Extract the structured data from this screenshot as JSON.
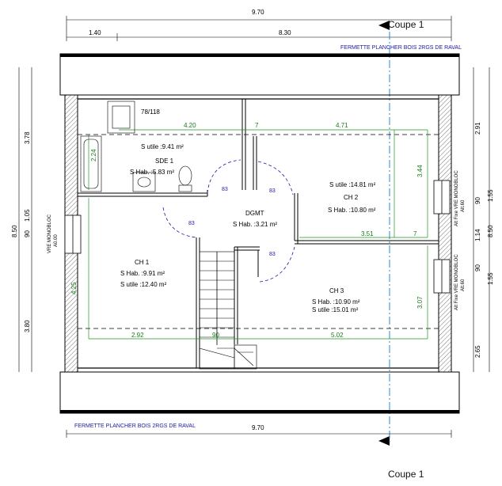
{
  "dimensions": {
    "top_total": "9.70",
    "top_left": "1.40",
    "top_right": "8.30",
    "bottom_total": "9.70",
    "left_top": "3.78",
    "left_mid_total": "8.50",
    "left_mid_a": "90",
    "left_mid_b": "1.05",
    "left_bottom": "3.80",
    "right_top": "2.91",
    "right_a": "1.55",
    "right_b": "90",
    "right_c": "8.50",
    "right_d": "1.14",
    "right_e": "90",
    "right_f": "1.55",
    "right_bottom": "2.65"
  },
  "interior_dims": {
    "d420": "4.20",
    "d471": "4.71",
    "d224": "2.24",
    "d344": "3.44",
    "d351": "3.51",
    "d425": "4.25",
    "d307": "3.07",
    "d292": "2.92",
    "d90": "90",
    "d502": "5.02",
    "d7a": "7",
    "d7b": "7"
  },
  "notes": {
    "fermette_top": "FERMETTE PLANCHER BOIS 2RGS DE RAVAL",
    "fermette_bottom": "FERMETTE PLANCHER BOIS 2RGS DE RAVAL",
    "window_code": "78/118",
    "door_83a": "83",
    "door_83b": "83",
    "door_83c": "83",
    "door_83d": "83",
    "velux_left_a": "VRE MONOBLOC",
    "velux_left_b": "A0.00",
    "velux_right1_a": "Alt Fixe VRE MONOBLOC",
    "velux_right1_b": "Alt.60",
    "velux_right2_a": "Alt Fixe VRE MONOBLOC",
    "velux_right2_b": "Alt.60"
  },
  "rooms": {
    "sde": {
      "name": "SDE 1",
      "hab": "S Hab. :5.83 m²",
      "utile": "S utile :9.41 m²"
    },
    "dgmt": {
      "name": "DGMT",
      "hab": "S Hab. :3.21 m²"
    },
    "ch2": {
      "utile": "S utile :14.81 m²",
      "name": "CH 2",
      "hab": "S Hab. :10.80 m²"
    },
    "ch1": {
      "name": "CH 1",
      "hab": "S Hab. :9.91 m²",
      "utile": "S utile :12.40 m²"
    },
    "ch3": {
      "name": "CH 3",
      "hab": "S Hab. :10.90 m²",
      "utile": "S utile :15.01 m²"
    }
  },
  "section": {
    "top": "Coupe 1",
    "bottom": "Coupe 1"
  },
  "colors": {
    "wall": "#000000",
    "dim_green": "#1a9a1a",
    "note_blue": "#1a1aa0",
    "section_blue": "#2a8ad6"
  }
}
